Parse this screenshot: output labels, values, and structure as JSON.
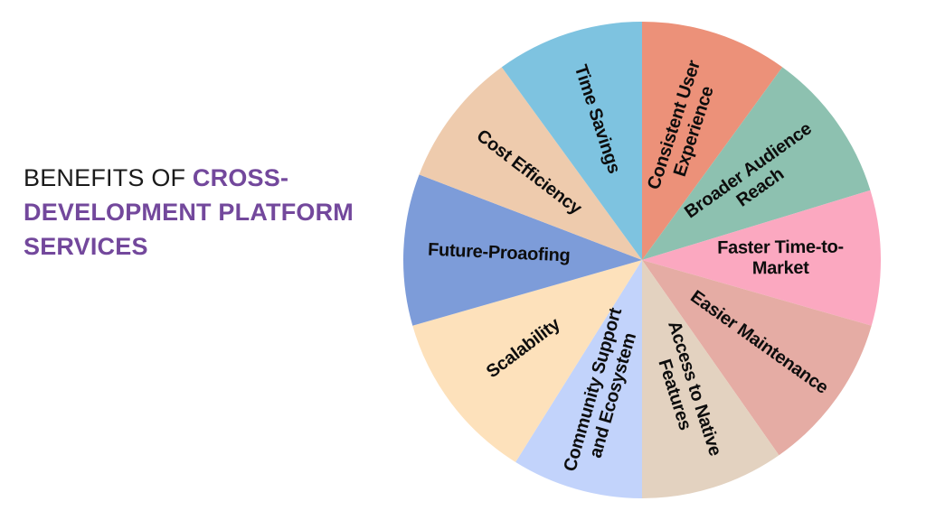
{
  "slide": {
    "background_color": "#ffffff",
    "title": {
      "plain_text": "BENEFITS OF ",
      "accent_text": "CROSS-DEVELOPMENT PLATFORM SERVICES",
      "full_text": "BENEFITS OF CROSS-DEVELOPMENT PLATFORM SERVICES",
      "plain_color": "#1a1a1a",
      "accent_color": "#73489c"
    }
  },
  "chart_data": {
    "type": "pie",
    "title": "BENEFITS OF CROSS-DEVELOPMENT PLATFORM SERVICES",
    "legend_position": "none",
    "labels_inside_slices": true,
    "start_angle_deg": 0,
    "direction": "clockwise",
    "total_slices": 11,
    "categories": [
      "Consistent User Experience",
      "Broader Audience Reach",
      "Faster Time-to-Market",
      "Easier Maintenance",
      "Access to Native Features",
      "Community Support and Ecosystem",
      "Scalability",
      "Future-Proaofing",
      "Cost Efficiency",
      "Time Savings"
    ],
    "values": [
      9.09,
      9.09,
      9.09,
      9.09,
      9.09,
      9.09,
      9.09,
      9.09,
      9.09,
      9.09
    ],
    "slices": [
      {
        "label": "Consistent User Experience",
        "label_lines": [
          "Consistent User",
          "Experience"
        ],
        "color": "#ec9179",
        "start_deg": 0,
        "end_deg": 36,
        "value": 10.0
      },
      {
        "label": "Broader Audience Reach",
        "label_lines": [
          "Broader Audience",
          "Reach"
        ],
        "color": "#8dc1b0",
        "start_deg": 36,
        "end_deg": 73,
        "value": 10.3
      },
      {
        "label": "Faster Time-to-Market",
        "label_lines": [
          "Faster Time-to-",
          "Market"
        ],
        "color": "#fba8c0",
        "start_deg": 73,
        "end_deg": 106,
        "value": 9.2
      },
      {
        "label": "Easier Maintenance",
        "label_lines": [
          "Easier Maintenance"
        ],
        "color": "#e5aca4",
        "start_deg": 106,
        "end_deg": 145,
        "value": 10.8
      },
      {
        "label": "Access to Native Features",
        "label_lines": [
          "Access to Native",
          "Features"
        ],
        "color": "#e3d2c0",
        "start_deg": 145,
        "end_deg": 180,
        "value": 9.7
      },
      {
        "label": "Community Support and Ecosystem",
        "label_lines": [
          "Community Support",
          "and Ecosystem"
        ],
        "color": "#c2d3fb",
        "start_deg": 180,
        "end_deg": 212,
        "value": 8.9
      },
      {
        "label": "Scalability",
        "label_lines": [
          "Scalability"
        ],
        "color": "#fde1bb",
        "start_deg": 212,
        "end_deg": 254,
        "value": 11.7
      },
      {
        "label": "Future-Proaofing",
        "label_lines": [
          "Future-Proaofing"
        ],
        "color": "#7d9cd9",
        "start_deg": 254,
        "end_deg": 291,
        "value": 10.3
      },
      {
        "label": "Cost Efficiency",
        "label_lines": [
          "Cost Efficiency"
        ],
        "color": "#eecbad",
        "start_deg": 291,
        "end_deg": 324,
        "value": 9.2
      },
      {
        "label": "Time Savings",
        "label_lines": [
          "Time Savings"
        ],
        "color": "#7ec3e0",
        "start_deg": 324,
        "end_deg": 360,
        "value": 10.0
      }
    ],
    "colors": [
      "#ec9179",
      "#8dc1b0",
      "#fba8c0",
      "#e5aca4",
      "#e3d2c0",
      "#c2d3fb",
      "#fde1bb",
      "#7d9cd9",
      "#eecbad",
      "#7ec3e0"
    ]
  }
}
